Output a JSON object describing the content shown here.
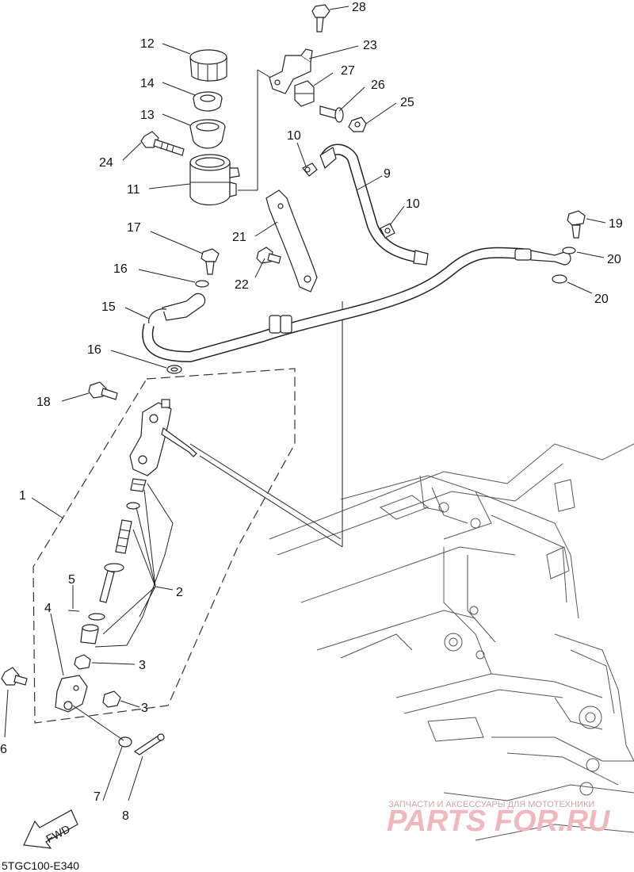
{
  "diagram": {
    "code": "5TGC100-E340",
    "fwd_label": "FWD",
    "watermark_line": "ЗАПЧАСТИ И АКСЕССУАРЫ ДЛЯ МОТОТЕХНИКИ",
    "watermark_brand": "PARTS FOR.RU",
    "labels": [
      "28",
      "23",
      "12",
      "27",
      "26",
      "25",
      "14",
      "13",
      "24",
      "11",
      "10",
      "9",
      "10",
      "21",
      "22",
      "17",
      "16",
      "15",
      "16",
      "18",
      "1",
      "19",
      "20",
      "20",
      "2",
      "5",
      "4",
      "3",
      "3",
      "6",
      "7",
      "8"
    ]
  }
}
